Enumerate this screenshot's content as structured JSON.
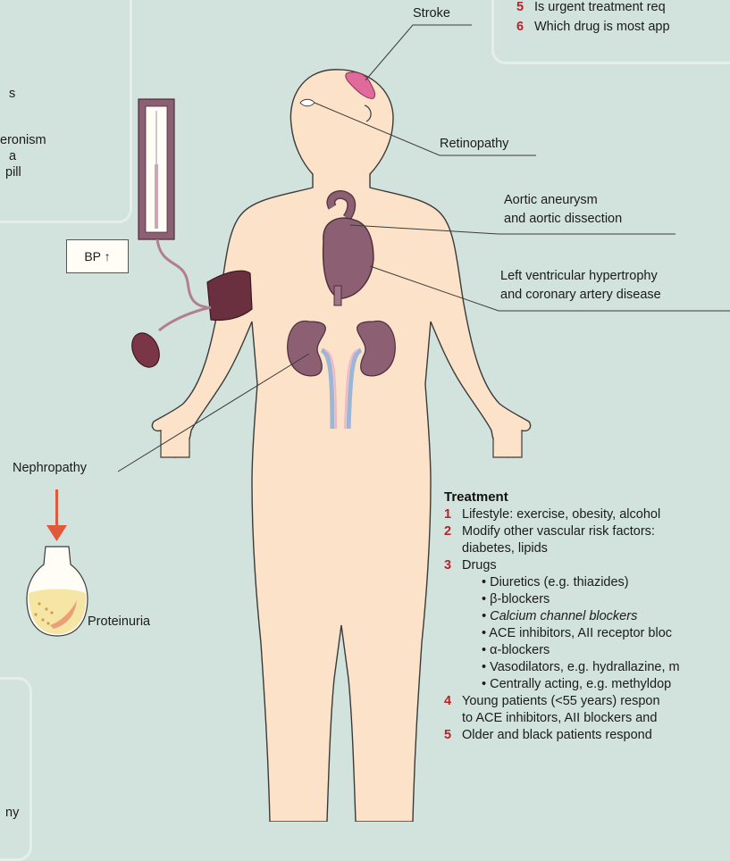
{
  "labels": {
    "stroke": "Stroke",
    "retinopathy": "Retinopathy",
    "aortic_line1": "Aortic aneurysm",
    "aortic_line2": "and aortic dissection",
    "lvh_line1": "Left ventricular hypertrophy",
    "lvh_line2": "and coronary artery disease",
    "nephropathy": "Nephropathy",
    "proteinuria": "Proteinuria",
    "bp": "BP ↑"
  },
  "left_box_fragments": [
    "s",
    "eronism",
    "a",
    "pill"
  ],
  "bottom_left_fragment": "ny",
  "questions": [
    {
      "num": "5",
      "text": "Is urgent treatment req"
    },
    {
      "num": "6",
      "text": "Which drug is most app"
    }
  ],
  "treatment": {
    "heading": "Treatment",
    "item1_num": "1",
    "item1": "Lifestyle: exercise, obesity, alcohol",
    "item2_num": "2",
    "item2_line1": "Modify other vascular risk factors:",
    "item2_line2": "diabetes, lipids",
    "item3_num": "3",
    "item3": "Drugs",
    "drugs": [
      "• Diuretics (e.g. thiazides)",
      "• β-blockers",
      "• Calcium channel blockers",
      "• ACE inhibitors, AII receptor bloc",
      "• α-blockers",
      "• Vasodilators, e.g. hydrallazine, m",
      "• Centrally acting, e.g. methyldop"
    ],
    "item4_num": "4",
    "item4_line1": "Young patients (<55 years) respon",
    "item4_line2": "to ACE inhibitors, AII blockers and",
    "item5_num": "5",
    "item5": "Older and black patients respond"
  },
  "colors": {
    "background": "#d2e3dd",
    "skin": "#fbe2c8",
    "organ": "#8c5f72",
    "accent_red": "#b0262a",
    "arrow": "#e05a3a"
  }
}
